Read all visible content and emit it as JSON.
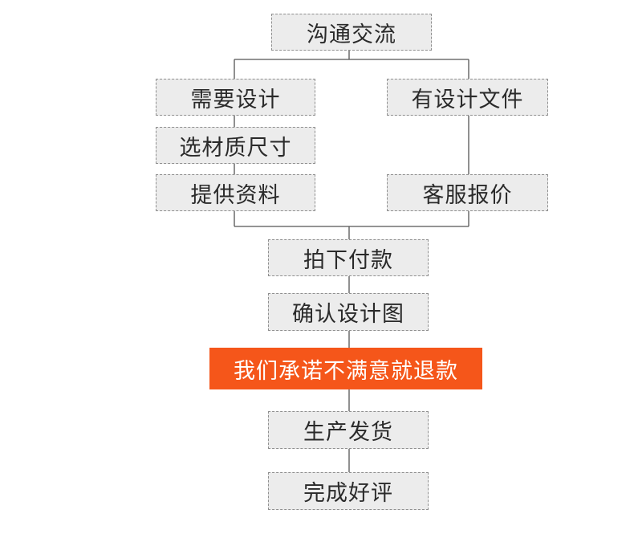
{
  "nodes": {
    "communicate": "沟通交流",
    "need_design": "需要设计",
    "select_material": "选材质尺寸",
    "provide_info": "提供资料",
    "has_design_file": "有设计文件",
    "service_quote": "客服报价",
    "order_pay": "拍下付款",
    "confirm_design": "确认设计图",
    "promise_refund": "我们承诺不满意就退款",
    "produce_ship": "生产发货",
    "complete_review": "完成好评"
  },
  "colors": {
    "box_fill": "#ececec",
    "box_border": "#8f8f8f",
    "connector": "#555555",
    "highlight_fill": "#f5561a",
    "highlight_text": "#ffffff"
  }
}
